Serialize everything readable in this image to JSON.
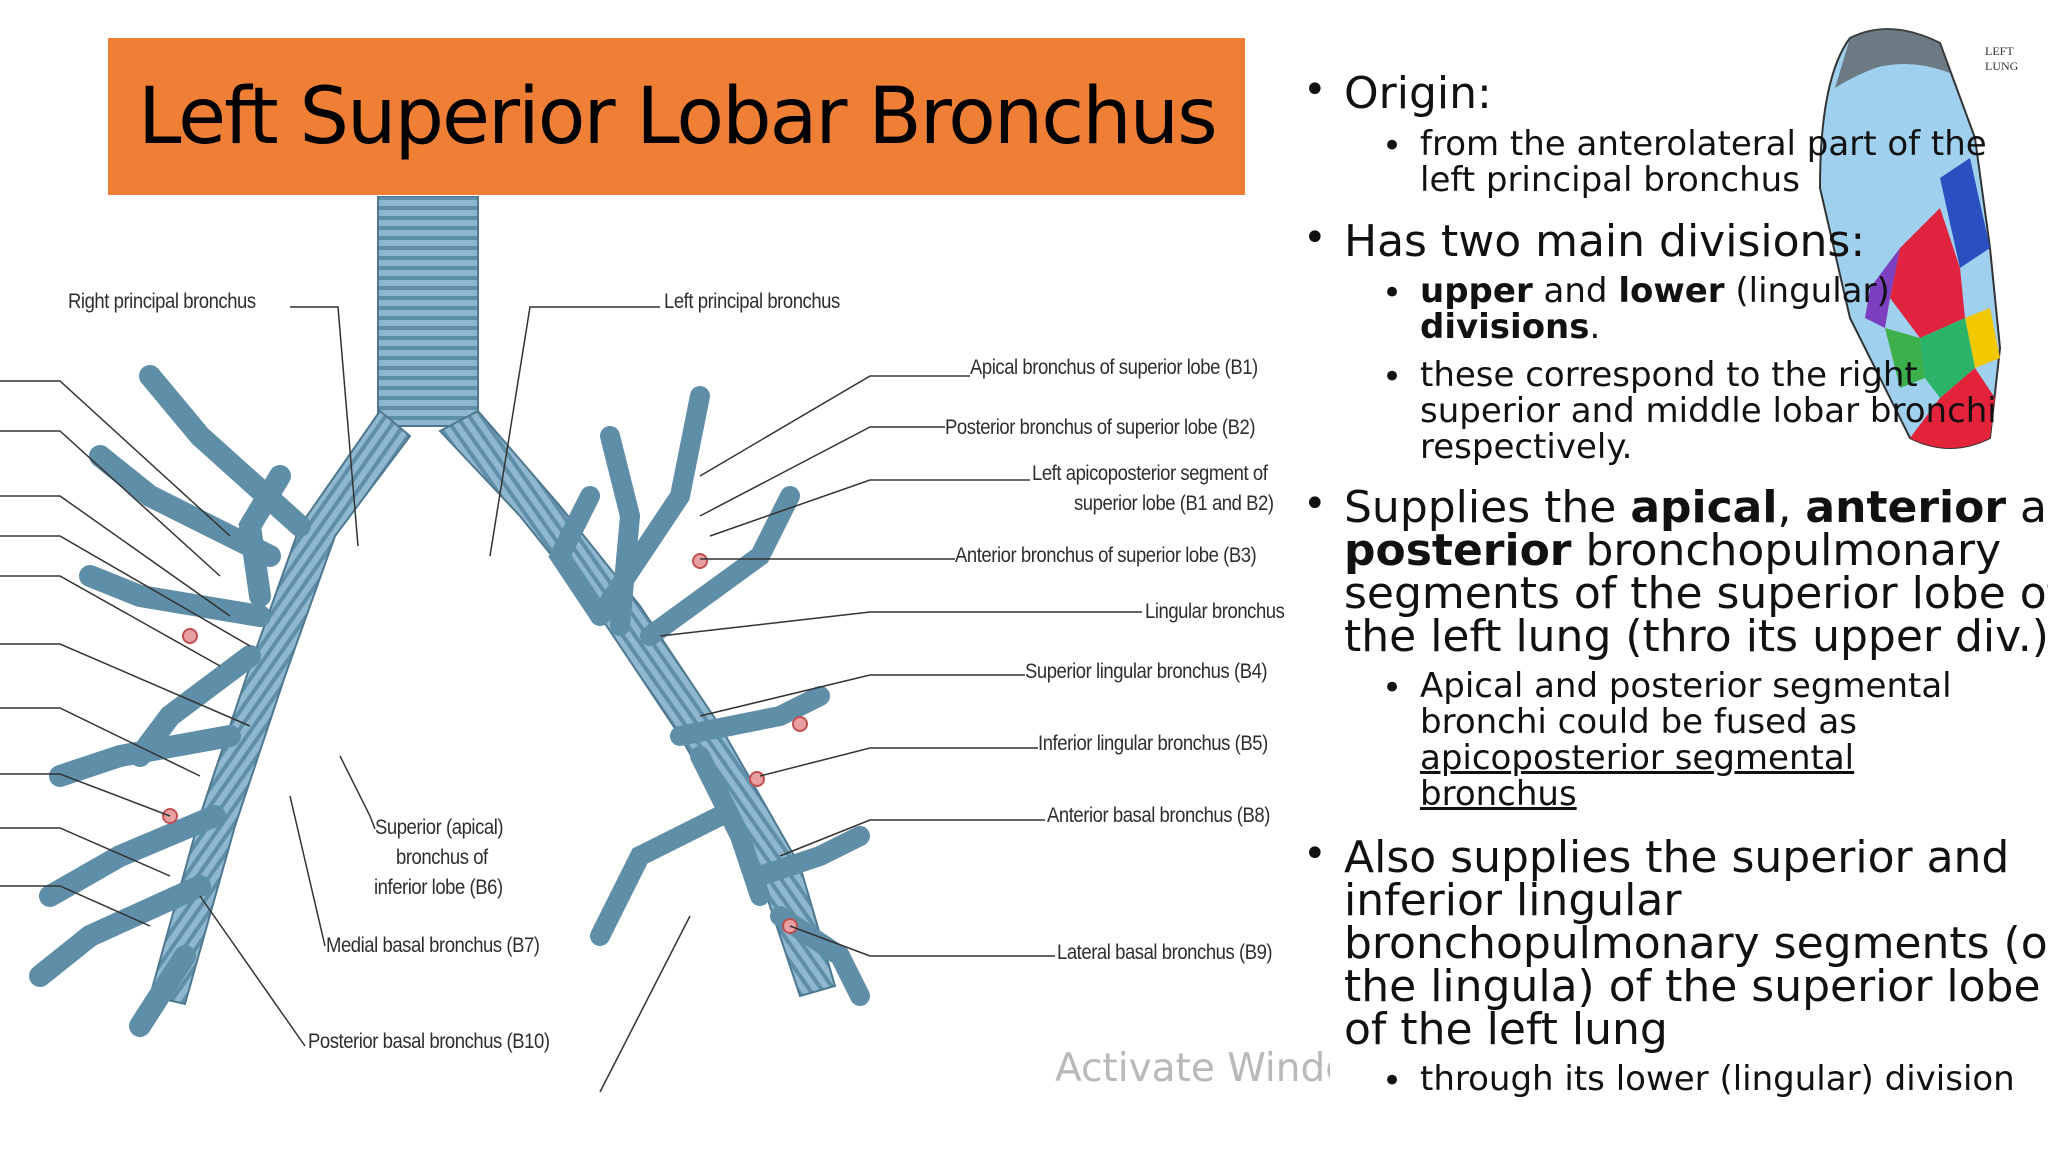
{
  "title": "Left Superior Lobar Bronchus",
  "figure": {
    "labels": {
      "right_principal": "Right principal bronchus",
      "left_principal": "Left principal bronchus",
      "apical": "Apical bronchus of superior lobe (B1)",
      "posterior": "Posterior bronchus of superior lobe (B2)",
      "apicoposterior_1": "Left apicoposterior segment of",
      "apicoposterior_2": "superior lobe (B1 and B2)",
      "anterior": "Anterior bronchus of superior lobe (B3)",
      "lingular": "Lingular bronchus",
      "superior_lingular": "Superior lingular bronchus (B4)",
      "inferior_lingular": "Inferior lingular bronchus (B5)",
      "anterior_basal": "Anterior basal bronchus (B8)",
      "lateral_basal": "Lateral basal bronchus (B9)",
      "superior_apical_1": "Superior (apical)",
      "superior_apical_2": "bronchus of",
      "superior_apical_3": "inferior lobe (B6)",
      "medial_basal": "Medial basal bronchus (B7)",
      "posterior_basal": "Posterior basal bronchus (B10)"
    },
    "watermark": "Activate Windo"
  },
  "lung_label": "LEFT LUNG",
  "bullets": {
    "origin": "Origin:",
    "origin_sub_1": "from the anterolateral part of the",
    "origin_sub_2": "left principal bronchus",
    "divisions": "Has two main divisions:",
    "div_sub1_upper": "upper",
    "div_sub1_and": " and ",
    "div_sub1_lower": "lower",
    "div_sub1_rest": " (lingular)",
    "div_sub1_divisions": "divisions",
    "div_sub1_end": ".",
    "div_sub2_1": "these correspond to the right",
    "div_sub2_2": "superior and middle lobar bronchi",
    "div_sub2_3": "respectively.",
    "supplies_pre": "Supplies the ",
    "supplies_apical": "apical",
    "supplies_comma": ", ",
    "supplies_anterior": "anterior",
    "supplies_and": " and",
    "supplies_posterior": "posterior",
    "supplies_rest1": " bronchopulmonary",
    "supplies_line3": "segments of the superior lobe of",
    "supplies_line4": "the left lung (thro its upper div.)",
    "fused_1": "Apical and posterior segmental",
    "fused_2": "bronchi could be fused as",
    "fused_3": "apicoposterior segmental",
    "fused_4": "bronchus",
    "also_1": "Also supplies the superior and",
    "also_2": "inferior lingular",
    "also_3": "bronchopulmonary segments (of",
    "also_4": "the lingula) of the superior lobe",
    "also_5": "of the left lung",
    "through": "through its lower (lingular) division"
  }
}
